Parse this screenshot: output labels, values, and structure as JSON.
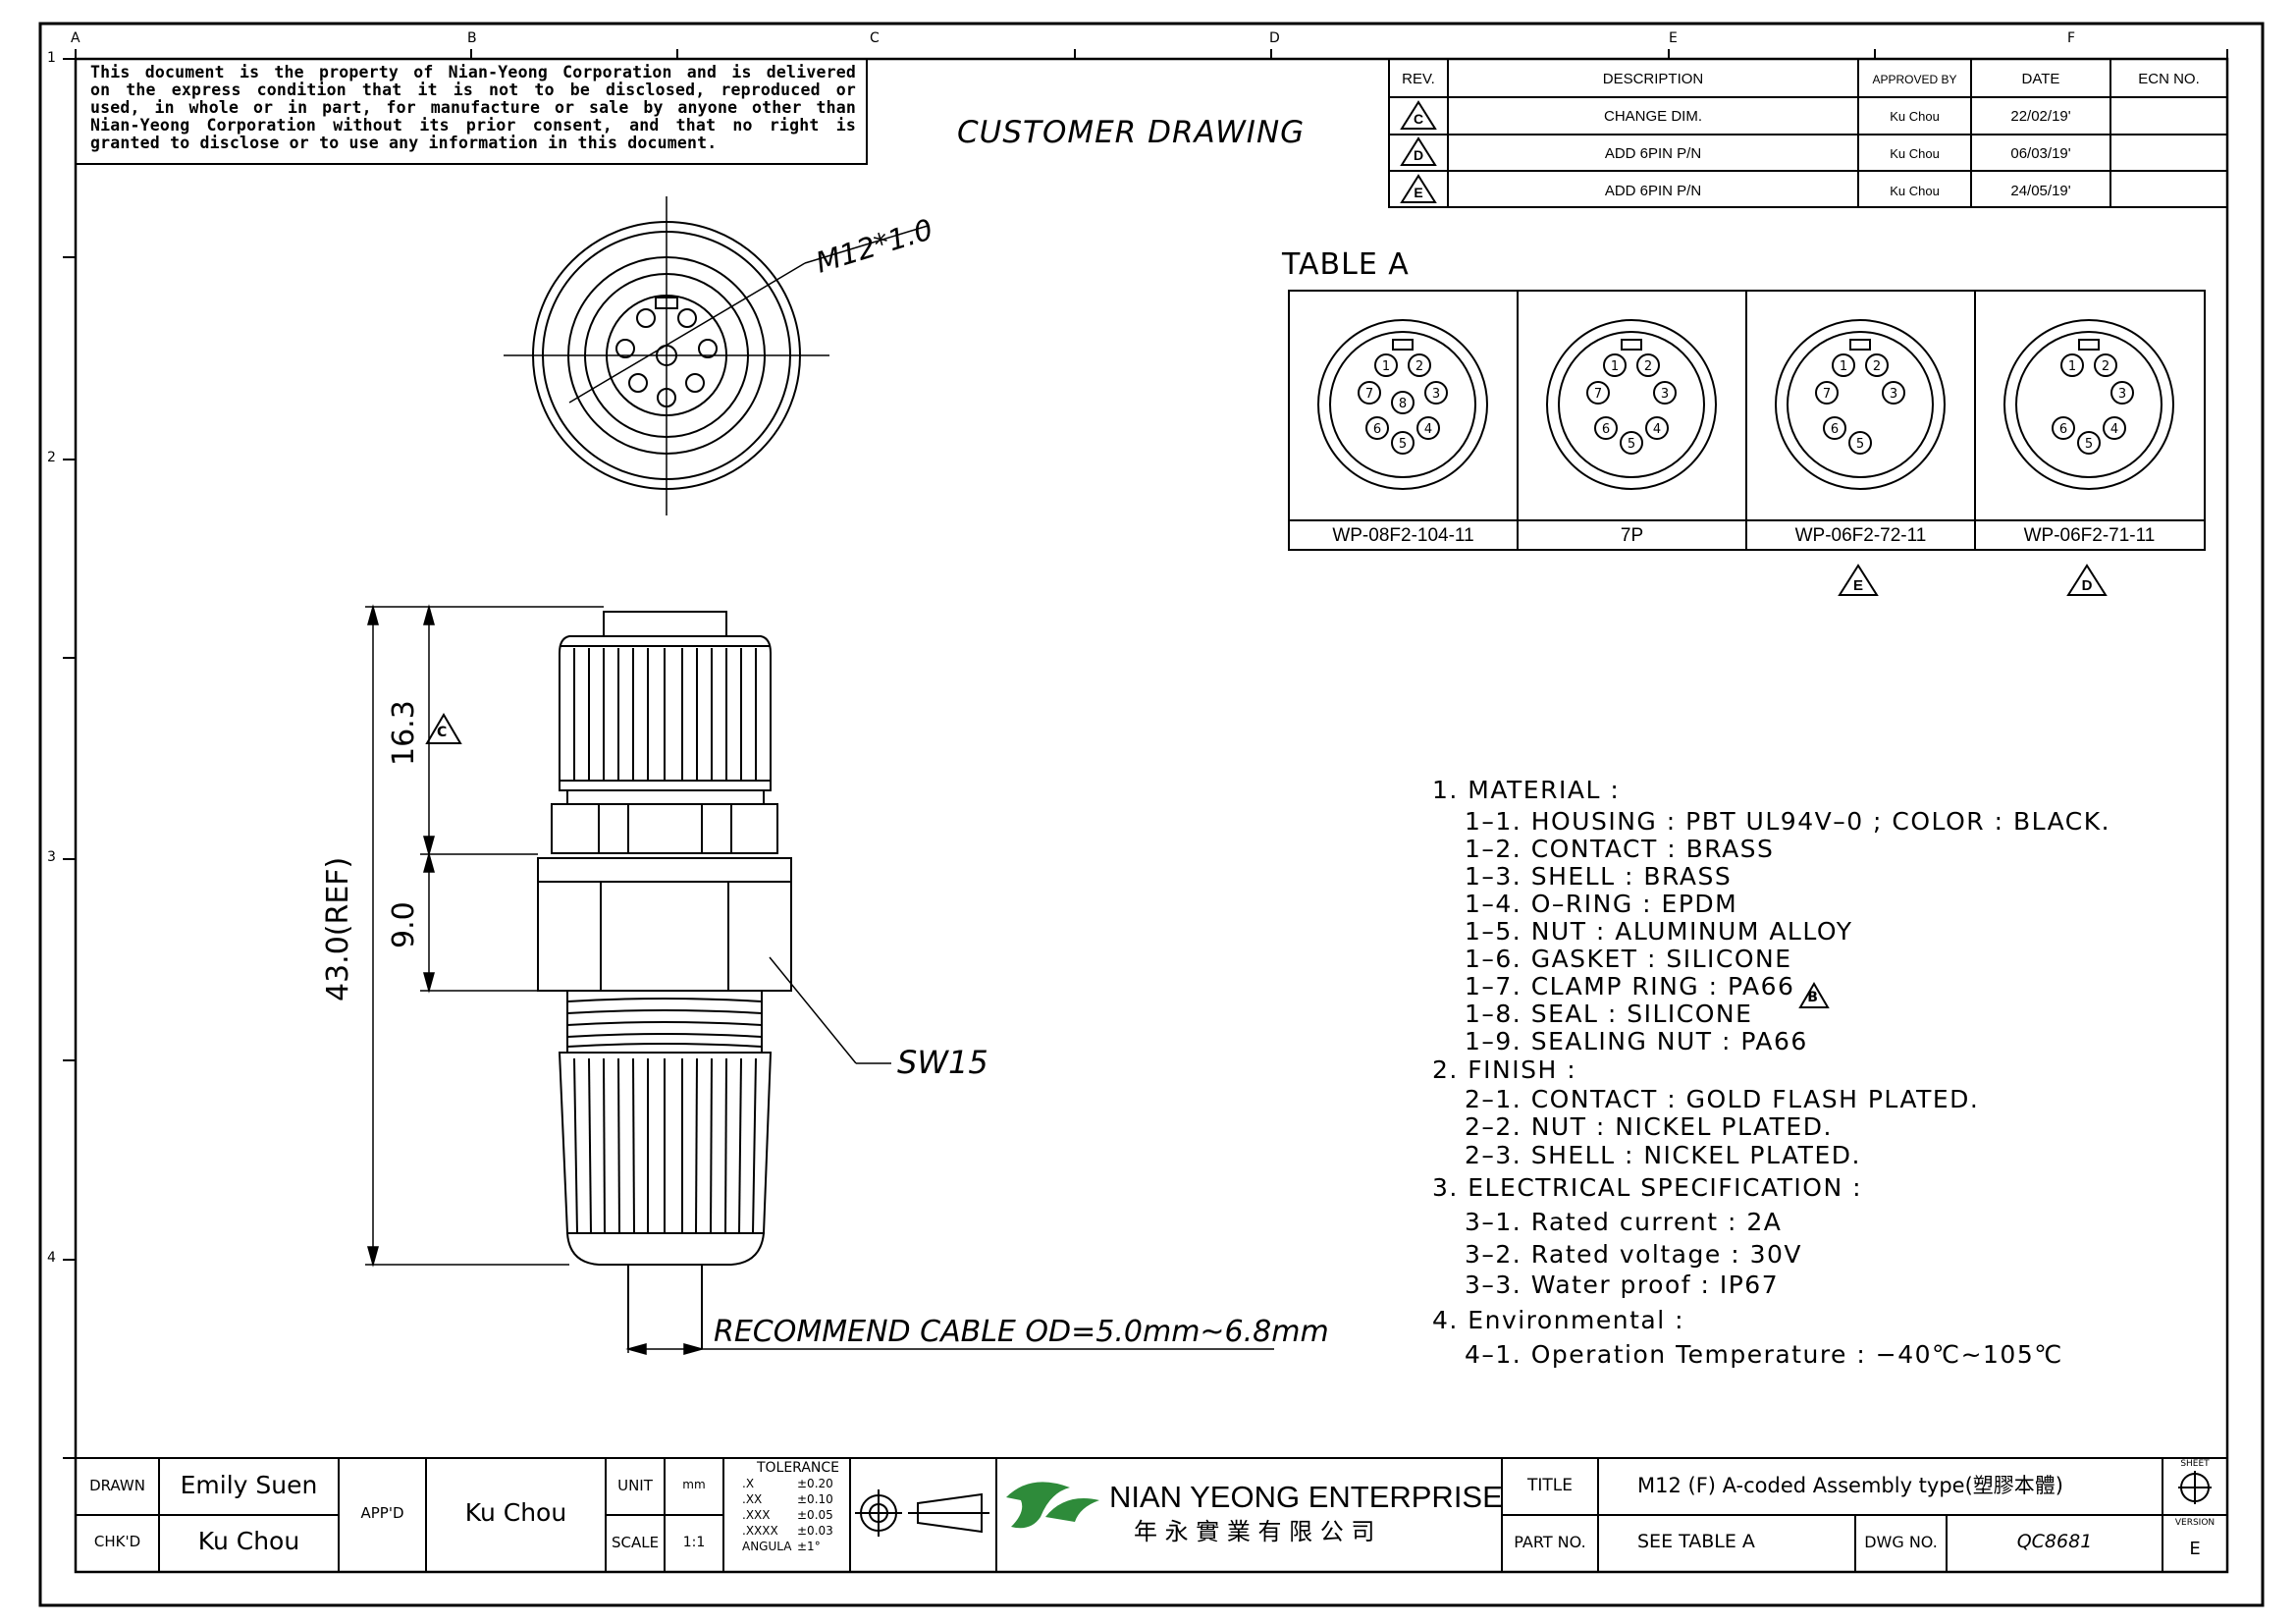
{
  "border": {
    "cols": [
      "A",
      "B",
      "C",
      "D",
      "E",
      "F"
    ],
    "rows": [
      "1",
      "2",
      "3",
      "4"
    ]
  },
  "property_notice": [
    "This document is the property of Nian-Yeong Corporation and is delivered",
    "on  the  express condition that it is not to be disclosed, reproduced or",
    "used, in whole or in part, for manufacture or sale by anyone other than",
    "Nian-Yeong Corporation without  its prior consent, and that  no right  is",
    "granted to disclose or to use any information in this  document."
  ],
  "header_title": "CUSTOMER DRAWING",
  "revision_table": {
    "headers": [
      "REV.",
      "DESCRIPTION",
      "APPROVED BY",
      "DATE",
      "ECN NO."
    ],
    "rows": [
      {
        "rev": "C",
        "description": "CHANGE DIM.",
        "approved_by": "Ku Chou",
        "date": "22/02/19'",
        "ecn": ""
      },
      {
        "rev": "D",
        "description": "ADD 6PIN P/N",
        "approved_by": "Ku Chou",
        "date": "06/03/19'",
        "ecn": ""
      },
      {
        "rev": "E",
        "description": "ADD 6PIN P/N",
        "approved_by": "Ku Chou",
        "date": "24/05/19'",
        "ecn": ""
      }
    ]
  },
  "front_view": {
    "thread_label": "M12*1.0"
  },
  "table_a": {
    "title": "TABLE A",
    "columns": [
      {
        "part_no": "WP-08F2-104-11",
        "pins": [
          "1",
          "2",
          "3",
          "4",
          "5",
          "6",
          "7",
          "8"
        ],
        "rev_mark": ""
      },
      {
        "part_no": "7P",
        "pins": [
          "1",
          "2",
          "3",
          "4",
          "5",
          "6",
          "7"
        ],
        "rev_mark": ""
      },
      {
        "part_no": "WP-06F2-72-11",
        "pins": [
          "1",
          "2",
          "3",
          "5",
          "6",
          "7"
        ],
        "rev_mark": "E"
      },
      {
        "part_no": "WP-06F2-71-11",
        "pins": [
          "1",
          "2",
          "3",
          "4",
          "5",
          "6"
        ],
        "rev_mark": "D"
      }
    ]
  },
  "side_view": {
    "dim_overall": "43.0(REF)",
    "dim_upper": "16.3",
    "dim_upper_rev": "C",
    "dim_nut": "9.0",
    "wrench_label": "SW15",
    "cable_note": "RECOMMEND CABLE OD=5.0mm~6.8mm"
  },
  "notes": [
    {
      "text": "1.  MATERIAL  :",
      "indent": 0
    },
    {
      "text": "1–1.  HOUSING  :  PBT  UL94V–0  ;  COLOR  :  BLACK.",
      "indent": 1
    },
    {
      "text": "1–2.  CONTACT  :  BRASS",
      "indent": 1
    },
    {
      "text": "1–3.  SHELL  :  BRASS",
      "indent": 1
    },
    {
      "text": "1–4.  O–RING  :  EPDM",
      "indent": 1
    },
    {
      "text": "1–5.  NUT  :  ALUMINUM  ALLOY",
      "indent": 1
    },
    {
      "text": "1–6.  GASKET  :  SILICONE",
      "indent": 1
    },
    {
      "text": "1–7.  CLAMP  RING  :  PA66",
      "indent": 1,
      "rev_mark": "B"
    },
    {
      "text": "1–8.  SEAL  :  SILICONE",
      "indent": 1
    },
    {
      "text": "1–9.  SEALING  NUT  :  PA66",
      "indent": 1
    },
    {
      "text": "2.  FINISH  :",
      "indent": 0
    },
    {
      "text": "2–1.  CONTACT  :  GOLD  FLASH  PLATED.",
      "indent": 1
    },
    {
      "text": "2–2.  NUT  :  NICKEL  PLATED.",
      "indent": 1
    },
    {
      "text": "2–3.  SHELL  :  NICKEL  PLATED.",
      "indent": 1
    },
    {
      "text": "3.  ELECTRICAL  SPECIFICATION  :",
      "indent": 0
    },
    {
      "text": "3–1.  Rated  current  :  2A",
      "indent": 1
    },
    {
      "text": "3–2.  Rated  voltage  :  30V",
      "indent": 1
    },
    {
      "text": "3–3.  Water  proof  :  IP67",
      "indent": 1
    },
    {
      "text": "4.  Environmental  :",
      "indent": 0
    },
    {
      "text": "4–1.  Operation  Temperature  :  −40℃~105℃",
      "indent": 1
    }
  ],
  "title_block": {
    "drawn_label": "DRAWN",
    "drawn": "Emily Suen",
    "chkd_label": "CHK'D",
    "chkd": "Ku Chou",
    "appd_label": "APP'D",
    "appd": "Ku Chou",
    "unit_label": "UNIT",
    "unit": "mm",
    "scale_label": "SCALE",
    "scale": "1:1",
    "tolerance_title": "TOLERANCE",
    "tolerances": [
      {
        "k": ".X",
        "v": "±0.20"
      },
      {
        "k": ".XX",
        "v": "±0.10"
      },
      {
        "k": ".XXX",
        "v": "±0.05"
      },
      {
        "k": ".XXXX",
        "v": "±0.03"
      },
      {
        "k": "ANGULA",
        "v": "±1°"
      }
    ],
    "company": "NIAN YEONG ENTERPRISE",
    "company_cn": "年 永 實 業 有 限 公 司",
    "title_label": "TITLE",
    "title": "M12 (F) A-coded Assembly type(塑膠本體)",
    "part_label": "PART NO.",
    "part_no": "SEE TABLE A",
    "dwg_label": "DWG NO.",
    "dwg_no": "QC8681",
    "sheet_label": "SHEET",
    "version_label": "VERSION",
    "version": "E"
  },
  "colors": {
    "ink": "#000000",
    "logo_green": "#2e8b3a"
  }
}
